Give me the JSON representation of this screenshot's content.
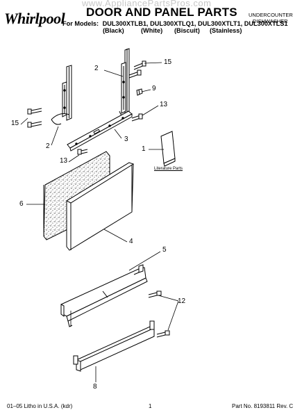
{
  "watermark": "www.AppliancePartsPros.com",
  "logo": "Whirlpool",
  "title": "DOOR AND PANEL PARTS",
  "models_label": "For Models:",
  "models": [
    {
      "model": "DUL300XTLB1,",
      "color": "(Black)"
    },
    {
      "model": "DUL300XTLQ1,",
      "color": "(White)"
    },
    {
      "model": "DUL300XTLT1,",
      "color": "(Biscuit)"
    },
    {
      "model": "DUL300XTLS1",
      "color": "(Stainless)"
    }
  ],
  "side_title": [
    "UNDERCOUNTER",
    "DISHWASHER"
  ],
  "callouts": {
    "c2a": "2",
    "c15a": "15",
    "c9": "9",
    "c13a": "13",
    "c15b": "15",
    "c2b": "2",
    "c3": "3",
    "c1": "1",
    "c13b": "13",
    "c6": "6",
    "c4": "4",
    "c5": "5",
    "c12": "12",
    "c8": "8"
  },
  "literature_parts": "Literature Parts",
  "footer": {
    "left": "01–05 Litho in U.S.A. (kdr)",
    "center": "1",
    "right": "Part No. 8193811 Rev. C"
  }
}
